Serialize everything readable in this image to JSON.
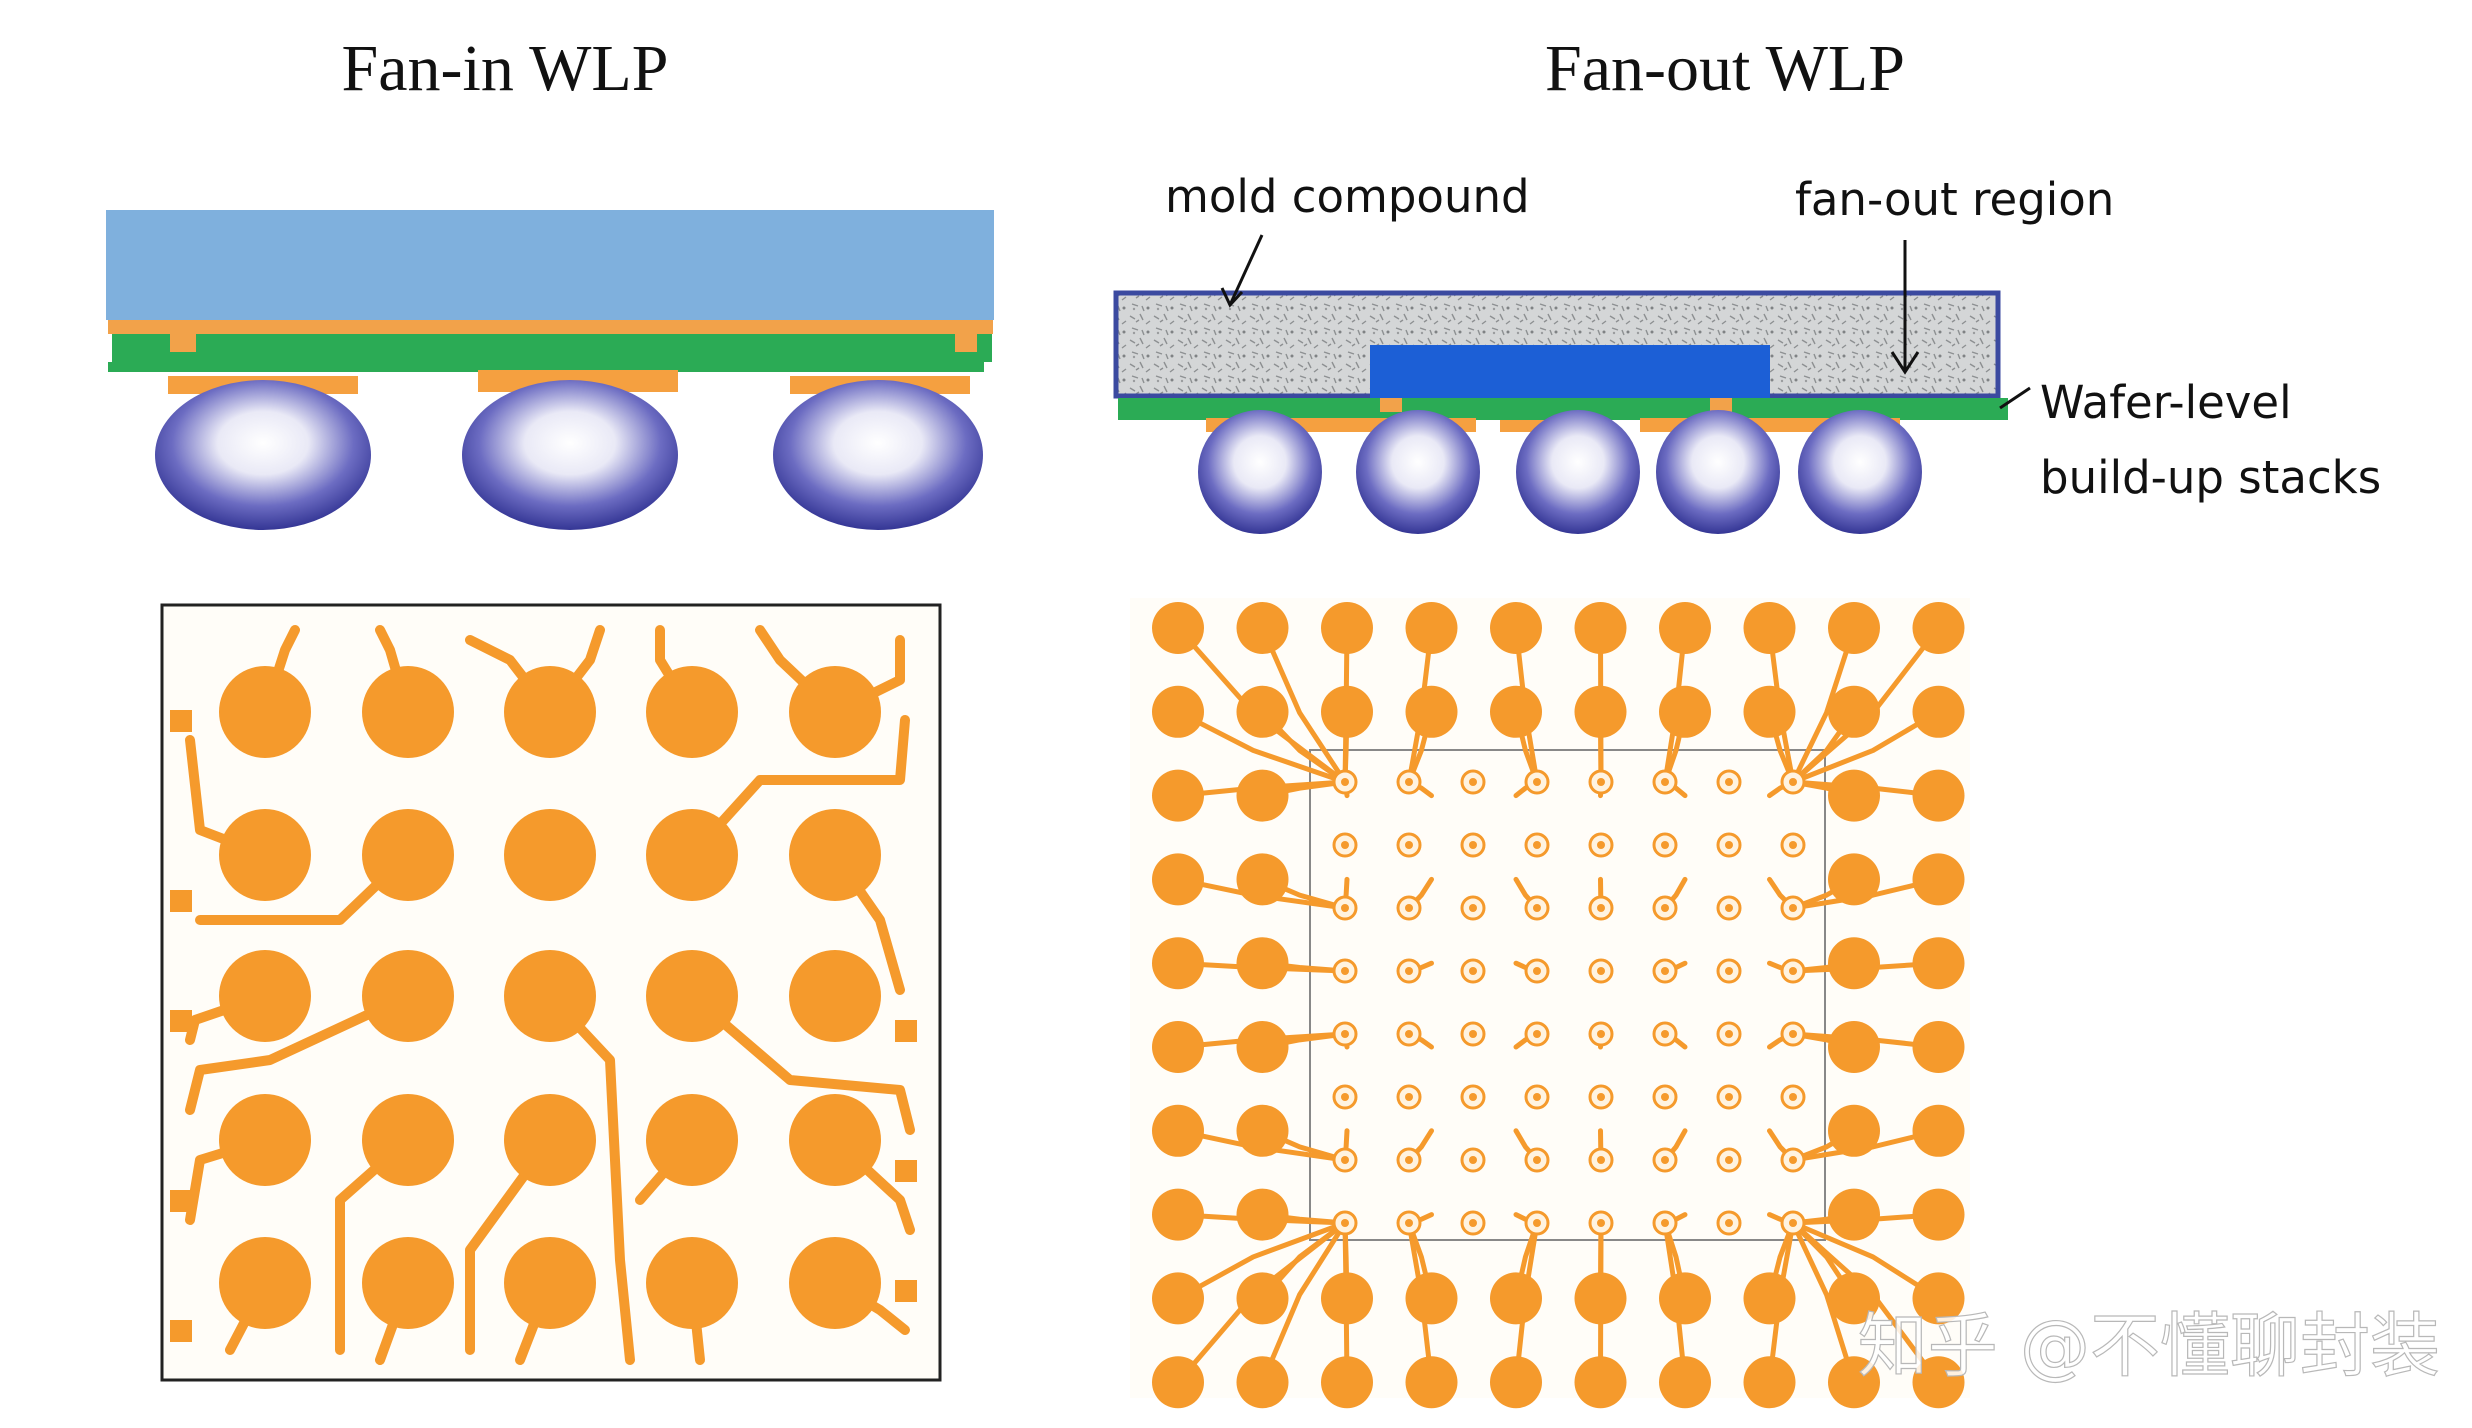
{
  "titles": {
    "fan_in": "Fan-in WLP",
    "fan_out": "Fan-out WLP"
  },
  "labels": {
    "mold_compound": "mold compound",
    "fan_out_region": "fan-out region",
    "build_up_line1": "Wafer-level",
    "build_up_line2": "build-up stacks"
  },
  "watermark": "知乎 @不懂聊封装",
  "colors": {
    "die": "#7fb0dd",
    "die_dark": "#1c5fd6",
    "mold": "#cfd2d3",
    "mold_border": "#3b4aa0",
    "green_layer": "#2bab55",
    "pad_orange": "#f5a040",
    "solder_ball_edge": "#2d2f8f",
    "trace_orange": "#f59a2c",
    "background": "#ffffff"
  }
}
